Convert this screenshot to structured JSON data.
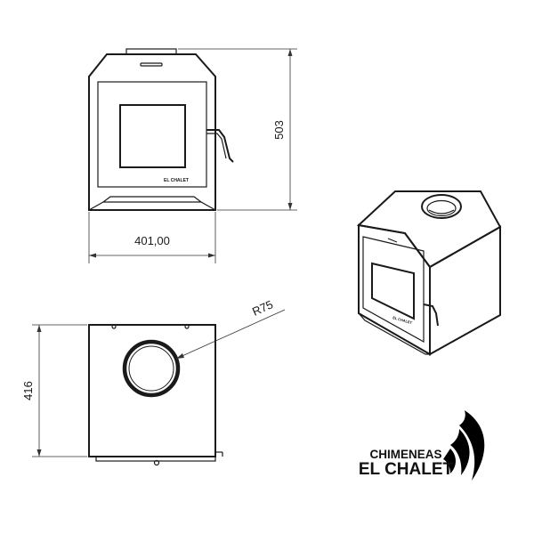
{
  "drawing": {
    "front_view": {
      "width_label": "401,00",
      "height_label": "503",
      "door_badge": "EL CHALET"
    },
    "top_view": {
      "depth_label": "416",
      "radius_label": "R75"
    },
    "iso_view": {
      "door_badge": "EL CHALET"
    }
  },
  "logo": {
    "line1": "CHIMENEAS",
    "line2": "EL CHALET",
    "icon": "flame-icon"
  },
  "colors": {
    "ink": "#1a1a1a",
    "background": "#ffffff"
  }
}
